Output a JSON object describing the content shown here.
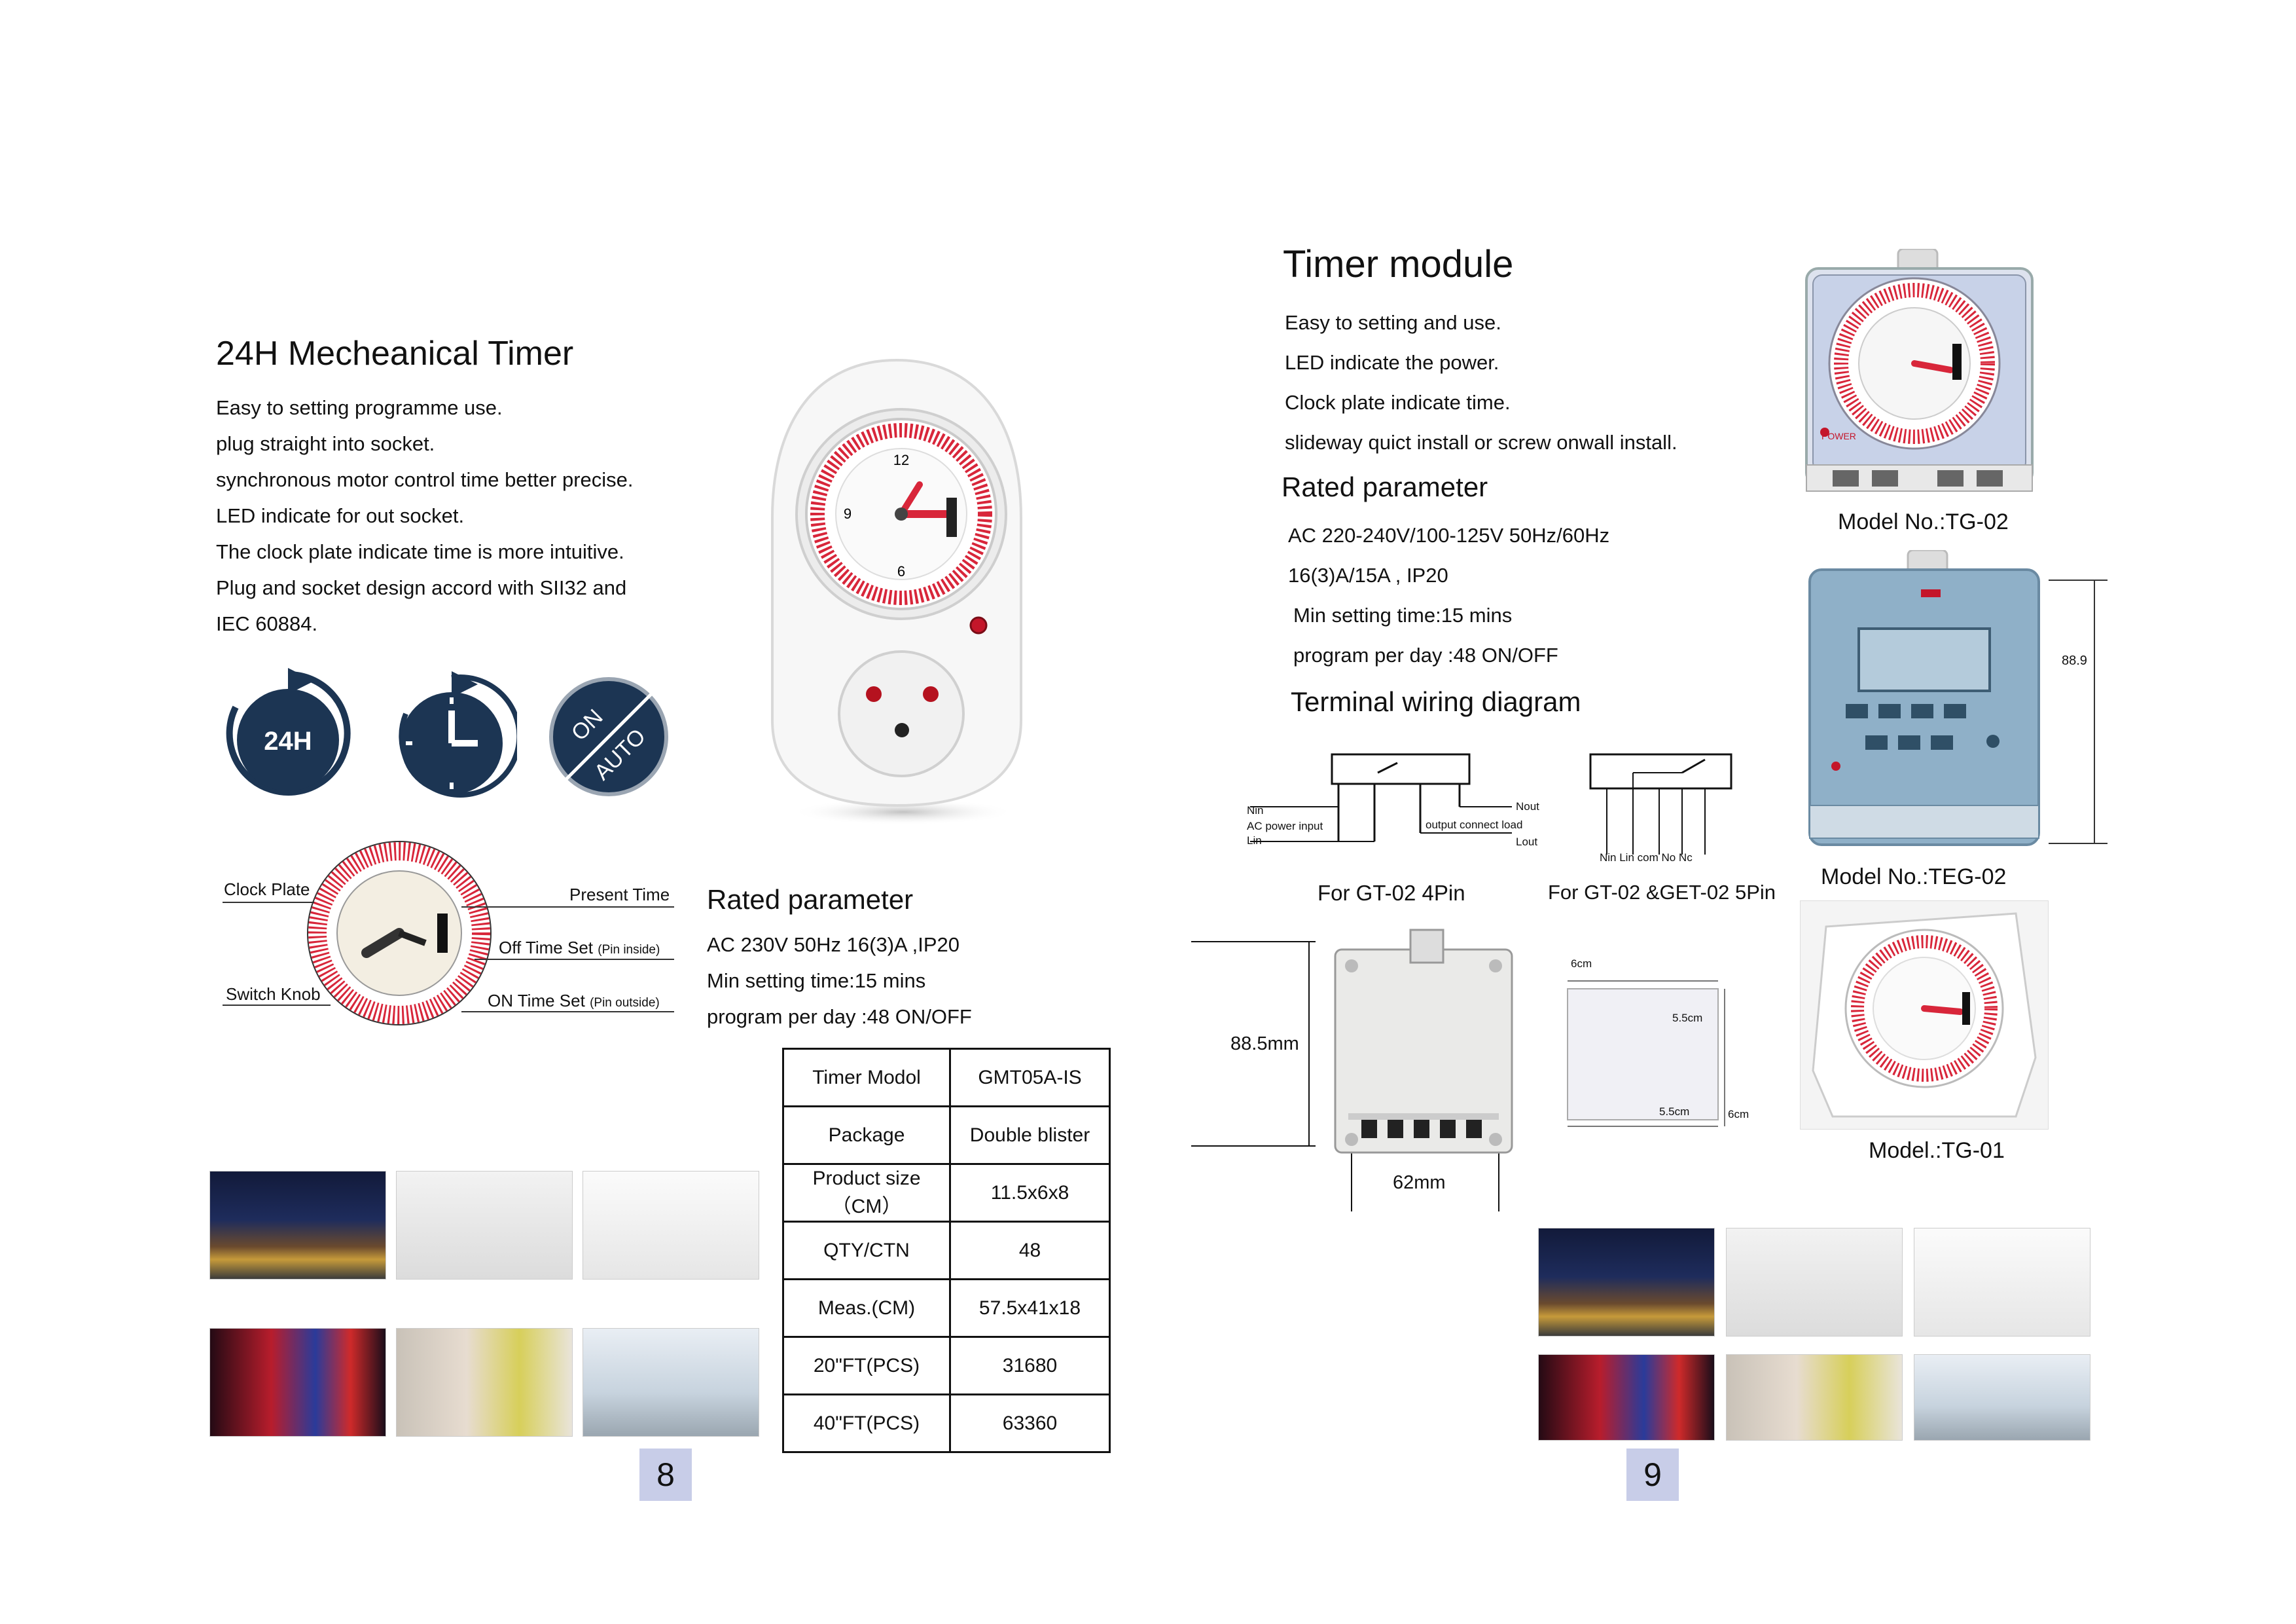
{
  "left": {
    "title": "24H Mecheanical Timer",
    "features": [
      "Easy to setting programme use.",
      "plug straight into socket.",
      "synchronous motor control time better precise.",
      "LED indicate for out socket.",
      "The clock plate indicate time is more intuitive.",
      "Plug and socket design accord with SII32 and",
      "IEC 60884."
    ],
    "icons": {
      "h24": "24H",
      "on": "ON",
      "auto": "AUTO"
    },
    "dial_numbers": {
      "n12": "12",
      "n6": "6",
      "n9": "9"
    },
    "diagram": {
      "clock_plate": "Clock Plate",
      "present_time": "Present Time",
      "off_time": "Off Time Set",
      "off_note": "(Pin inside)",
      "switch_knob": "Switch Knob",
      "on_time": "ON Time Set",
      "on_note": "(Pin outside)"
    },
    "rated_title": "Rated parameter",
    "rated": [
      "AC 230V 50Hz 16(3)A ,IP20",
      "Min setting time:15 mins",
      "program per day :48 ON/OFF"
    ],
    "spec_table": [
      [
        "Timer Modol",
        "GMT05A-IS"
      ],
      [
        "Package",
        "Double blister"
      ],
      [
        "Product size（CM）",
        "11.5x6x8"
      ],
      [
        "QTY/CTN",
        "48"
      ],
      [
        "Meas.(CM)",
        "57.5x41x18"
      ],
      [
        "20\"FT(PCS)",
        "31680"
      ],
      [
        "40\"FT(PCS)",
        "63360"
      ]
    ],
    "page_number": "8"
  },
  "right": {
    "title": "Timer module",
    "features": [
      "Easy to setting and use.",
      "LED indicate the power.",
      "Clock plate indicate time.",
      "slideway  quict install or screw onwall install."
    ],
    "rated_title": "Rated parameter",
    "rated": [
      "AC 220-240V/100-125V 50Hz/60Hz",
      "16(3)A/15A ,   IP20",
      "Min setting time:15 mins",
      "program per day :48 ON/OFF"
    ],
    "wiring_title": "Terminal wiring diagram",
    "wiring4": {
      "nin": "Nin",
      "ac_input": "AC power input",
      "lin": "Lin",
      "nout": "Nout",
      "output_load": "output connect load",
      "lout": "Lout",
      "caption": "For GT-02 4Pin"
    },
    "wiring5": {
      "labels": "Nin   Lin com No  Nc",
      "caption": "For GT-02 &GET-02 5Pin"
    },
    "dims": {
      "height": "88.5mm",
      "width": "62mm",
      "box_6cm_top": "6cm",
      "box_55_right": "5.5cm",
      "box_55_bottom": "5.5cm",
      "box_6cm_side": "6cm",
      "teg_height": "88.9"
    },
    "model_tg02": "Model No.:TG-02",
    "model_teg02": "Model No.:TEG-02",
    "model_tg01": "Model.:TG-01",
    "power_label": "POWER",
    "page_number": "9"
  },
  "colors": {
    "accent_red": "#d8263a",
    "page_box": "#c8cde8",
    "icon_navy": "#1c3553",
    "module_blue": "#8fb0c8"
  }
}
